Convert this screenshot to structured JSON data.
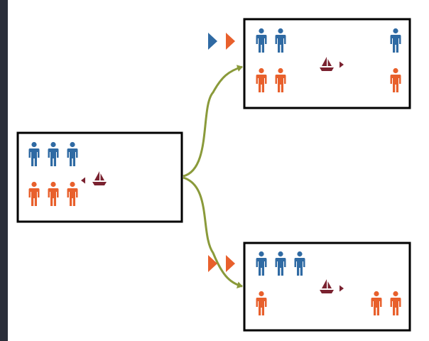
{
  "colors": {
    "missionary": "#2f6aa3",
    "cannibal": "#e8602c",
    "boat": "#7a2230",
    "arrow": "#8a9a3a",
    "box_border": "#000000",
    "side_bar": "#2b2f3a"
  },
  "states": [
    {
      "id": "initial",
      "left_bank": {
        "missionaries": 3,
        "cannibals": 3
      },
      "right_bank": {
        "missionaries": 0,
        "cannibals": 0
      },
      "boat_side": "left",
      "boat_direction": "left",
      "move_icons": []
    },
    {
      "id": "move-one-each",
      "left_bank": {
        "missionaries": 2,
        "cannibals": 2
      },
      "right_bank": {
        "missionaries": 1,
        "cannibals": 1
      },
      "boat_side": "middle",
      "boat_direction": "right",
      "move_icons": [
        "missionary",
        "cannibal"
      ]
    },
    {
      "id": "move-two-cannibals",
      "left_bank": {
        "missionaries": 3,
        "cannibals": 1
      },
      "right_bank": {
        "missionaries": 0,
        "cannibals": 2
      },
      "boat_side": "middle",
      "boat_direction": "right",
      "move_icons": [
        "cannibal",
        "cannibal"
      ]
    }
  ],
  "icons": {
    "person": "person-icon",
    "boat": "sailboat-icon",
    "move": "triangle-icon"
  }
}
